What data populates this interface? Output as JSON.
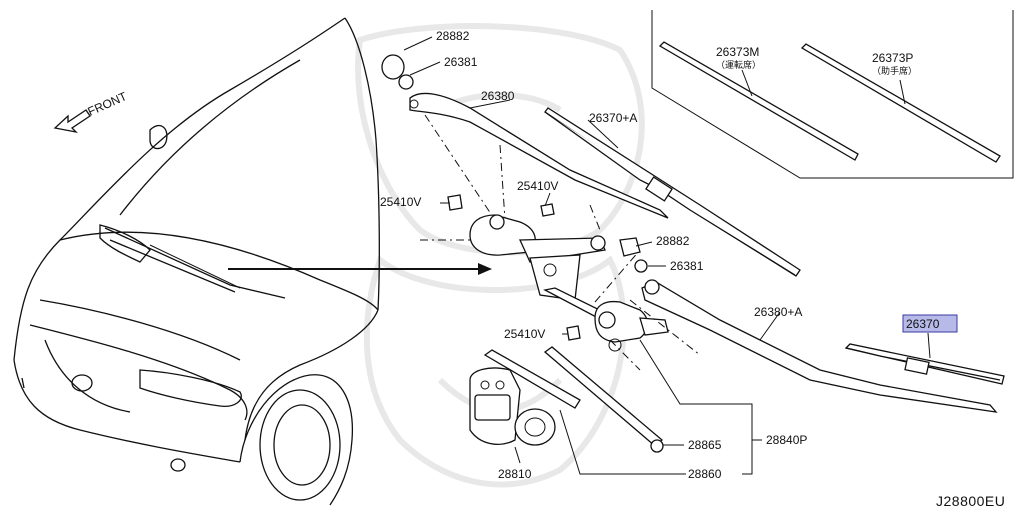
{
  "diagram": {
    "code": "J28800EU",
    "front_label": "FRONT",
    "parts": {
      "p28882_top": "28882",
      "p26381_top": "26381",
      "p26380": "26380",
      "p26370a": "26370+A",
      "p26373m": "26373M",
      "p26373m_sub": "（運転席）",
      "p26373p": "26373P",
      "p26373p_sub": "（助手席）",
      "p25410v_left": "25410V",
      "p25410v_mid": "25410V",
      "p28882_mid": "28882",
      "p26381_mid": "26381",
      "p26380a": "26380+A",
      "p26370": "26370",
      "p25410v_low": "25410V",
      "p28865": "28865",
      "p28840p": "28840P",
      "p28810": "28810",
      "p28860": "28860"
    },
    "colors": {
      "line": "#111111",
      "highlight": "#b7b9e8",
      "watermark": "#e8e8e8"
    }
  }
}
